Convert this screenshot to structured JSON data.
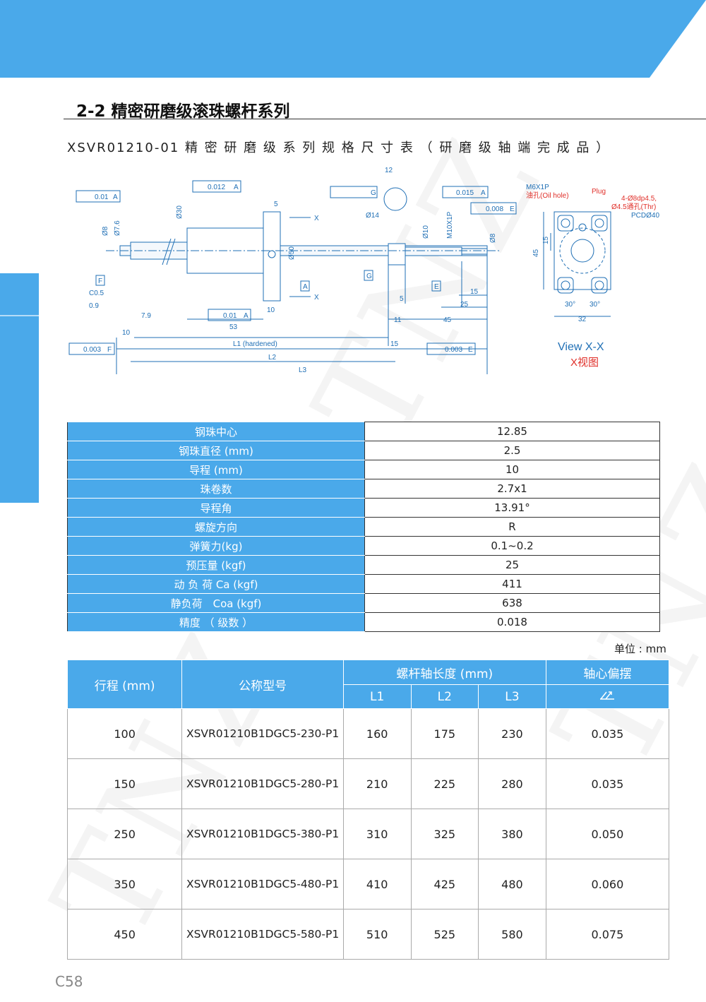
{
  "page": {
    "section_title": "2-2 精密研磨级滚珠螺杆系列",
    "subtitle": "XSVR01210-01 精 密 研 磨 级 系 列 规 格 尺 寸 表 （ 研 磨 级 轴 端 完 成 品 ）",
    "page_number": "C58",
    "unit_label": "单位 : mm",
    "watermark": "TNZ"
  },
  "colors": {
    "accent": "#4aa9ea",
    "drawing_line": "#1f6fb5",
    "callout_red": "#e0302a"
  },
  "drawing": {
    "dimensions": {
      "tol_001_a": "0.01",
      "tol_0012_a": "0.012",
      "tol_0015_a": "0.015",
      "tol_0008_e": "0.008",
      "tol_0003_f": "0.003",
      "tol_0003_e": "0.003",
      "tol_001_a2": "0.01",
      "d8": "Ø8",
      "d76": "Ø7.6",
      "d30": "Ø30",
      "d50": "Ø50",
      "d14": "Ø14",
      "d10": "Ø10",
      "m10": "M10X1P",
      "d8b": "Ø8",
      "c05": "C0.5",
      "w09": "0.9",
      "w79": "7.9",
      "d5": "5",
      "d10b": "10",
      "d53": "53",
      "d12": "12",
      "d5b": "5",
      "d11": "11",
      "d45": "45",
      "d15": "15",
      "d25": "25",
      "d10c": "10",
      "d15b": "15",
      "l1": "L1 (hardened)",
      "l2": "L2",
      "l3": "L3",
      "label_a": "A",
      "label_f": "F",
      "label_g": "G",
      "label_e": "E",
      "label_x": "X"
    },
    "view": {
      "m6": "M6X1P",
      "oil_hole": "油孔(Oil hole)",
      "plug": "Plug",
      "holes1": "4-Ø8dp4.5,",
      "holes2": "Ø4.5通孔(Thr)",
      "pcd": "PCDØ40",
      "h45": "45",
      "h15": "15",
      "w32": "32",
      "a30a": "30°",
      "a30b": "30°",
      "title_en": "View X-X",
      "title_cn": "X视图"
    }
  },
  "spec_table": {
    "rows": [
      {
        "label": "钢珠中心",
        "value": "12.85"
      },
      {
        "label": "钢珠直径 (mm)",
        "value": "2.5"
      },
      {
        "label": "导程 (mm)",
        "value": "10"
      },
      {
        "label": "珠卷数",
        "value": "2.7x1"
      },
      {
        "label": "导程角",
        "value": "13.91°"
      },
      {
        "label": "螺旋方向",
        "value": "R"
      },
      {
        "label": "弹簧力(kg)",
        "value": "0.1~0.2"
      },
      {
        "label": "预压量 (kgf)",
        "value": "25"
      },
      {
        "label": "动 负 荷 Ca (kgf)",
        "value": "411"
      },
      {
        "label": "静负荷　Coa (kgf)",
        "value": "638"
      },
      {
        "label": "精度 （ 级数 ）",
        "value": "0.018"
      }
    ]
  },
  "main_table": {
    "headers": {
      "stroke": "行程 (mm)",
      "model": "公称型号",
      "length": "螺杆轴长度 (mm)",
      "l1": "L1",
      "l2": "L2",
      "l3": "L3",
      "runout": "轴心偏摆",
      "runout_icon": "runout-symbol-icon"
    },
    "rows": [
      {
        "stroke": "100",
        "model": "XSVR01210B1DGC5-230-P1",
        "l1": "160",
        "l2": "175",
        "l3": "230",
        "runout": "0.035"
      },
      {
        "stroke": "150",
        "model": "XSVR01210B1DGC5-280-P1",
        "l1": "210",
        "l2": "225",
        "l3": "280",
        "runout": "0.035"
      },
      {
        "stroke": "250",
        "model": "XSVR01210B1DGC5-380-P1",
        "l1": "310",
        "l2": "325",
        "l3": "380",
        "runout": "0.050"
      },
      {
        "stroke": "350",
        "model": "XSVR01210B1DGC5-480-P1",
        "l1": "410",
        "l2": "425",
        "l3": "480",
        "runout": "0.060"
      },
      {
        "stroke": "450",
        "model": "XSVR01210B1DGC5-580-P1",
        "l1": "510",
        "l2": "525",
        "l3": "580",
        "runout": "0.075"
      }
    ]
  }
}
